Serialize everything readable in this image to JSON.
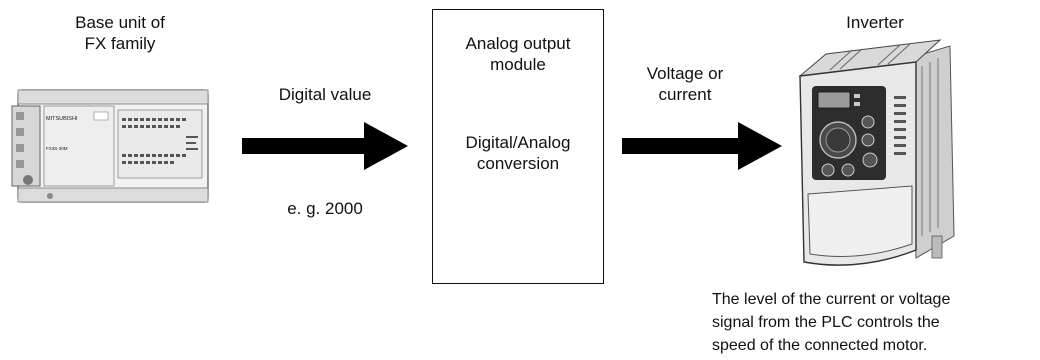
{
  "plc": {
    "label_lines": [
      "Base unit of",
      "FX family"
    ],
    "brand": "MITSUBISHI",
    "model_badge": "FX3S-30M"
  },
  "signal_in": {
    "label": "Digital value",
    "example": "e. g. 2000"
  },
  "module": {
    "title_lines": [
      "Analog output",
      "module"
    ],
    "function_lines": [
      "Digital/Analog",
      "conversion"
    ]
  },
  "signal_out": {
    "label_lines": [
      "Voltage or",
      "current"
    ]
  },
  "inverter": {
    "label": "Inverter"
  },
  "caption": {
    "lines": [
      "The level of the current or voltage",
      "signal from the PLC controls the",
      "speed of the connected motor."
    ]
  },
  "colors": {
    "arrow": "#000000",
    "device_body": "#e6e6e6",
    "device_dark": "#2d2d2d"
  }
}
